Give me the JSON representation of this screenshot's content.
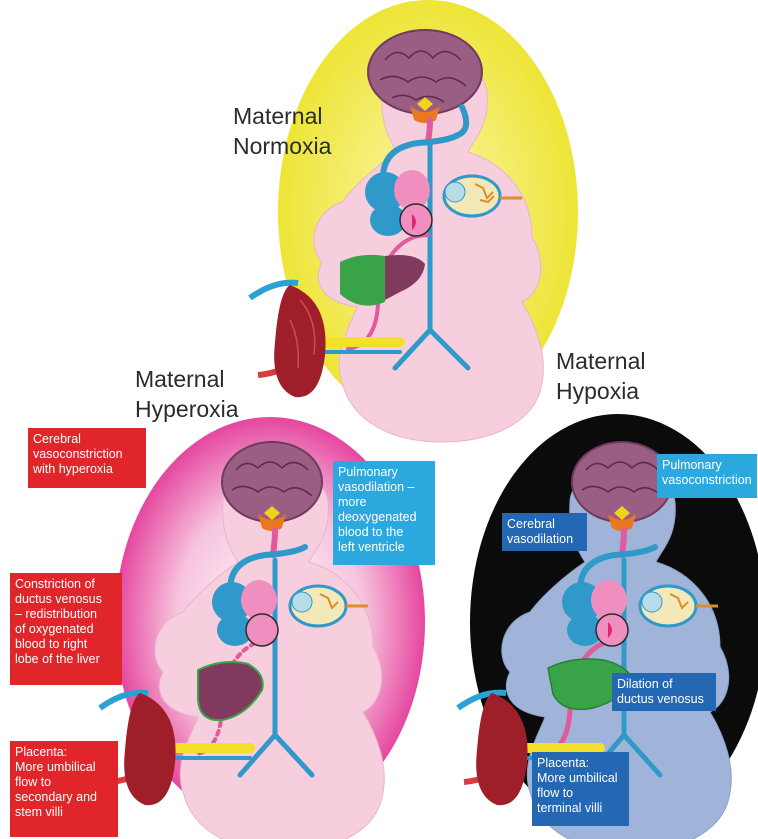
{
  "colors": {
    "normoxia_bg": "#f0ea3a",
    "hyperoxia_bg": "#e1278f",
    "hypoxia_bg": "#0b0b0b",
    "fetus_body_light": "#f6cede",
    "fetus_body_hypoxia": "#9fb4d8",
    "brain": "#9a5d84",
    "vessel_blue": "#2f9ac9",
    "vessel_pink": "#e05a9c",
    "liver_green": "#39a447",
    "liver_purple": "#7f3a5e",
    "placenta": "#9e1f2a",
    "umbilical_vein_red": "#d93a3a",
    "umbilical_artery_blue": "#2aa2d4",
    "callout_red": "#e0262a",
    "callout_cyan": "#2ba9df",
    "callout_navy": "#2467b3"
  },
  "panels": {
    "normoxia": {
      "heading": "Maternal\nNormoxia"
    },
    "hyperoxia": {
      "heading": "Maternal\nHyperoxia"
    },
    "hypoxia": {
      "heading": "Maternal\nHypoxia"
    }
  },
  "callouts": {
    "cerebral_vasoconstriction": "Cerebral\nvasoconstriction\nwith hyperoxia",
    "pulmonary_vasodilation": "Pulmonary\nvasodilation –\nmore\ndeoxygenated\nblood to the\nleft ventricle",
    "ductus_constriction": "Constriction of\nductus venosus\n– redistribution\nof oxygenated\nblood to right\nlobe of the liver",
    "placenta_hyperoxia": "Placenta:\nMore umbilical\nflow to\nsecondary and\nstem villi",
    "pulmonary_vasoconstriction": "Pulmonary\nvasoconstriction",
    "cerebral_vasodilation": "Cerebral\nvasodilation",
    "ductus_dilation": "Dilation of\nductus venosus",
    "placenta_hypoxia": "Placenta:\nMore umbilical\nflow to\nterminal villi"
  },
  "icons": {
    "brain": "brain-icon",
    "heart": "heart-icon",
    "lung": "lung-icon",
    "liver": "liver-icon",
    "placenta": "placenta-icon"
  }
}
